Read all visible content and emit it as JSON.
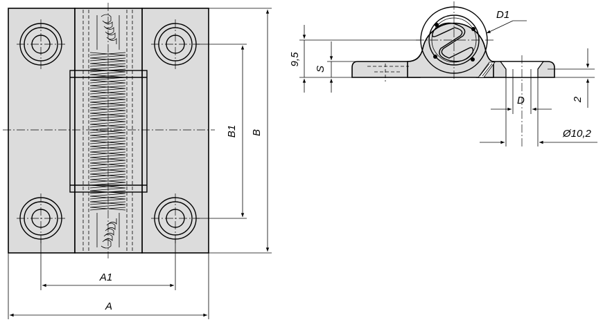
{
  "labels": {
    "A": "A",
    "A1": "A1",
    "B": "B",
    "B1": "B1",
    "D1": "D1",
    "D": "D",
    "S": "S",
    "height_9_5": "9,5",
    "thickness_2": "2",
    "diameter": "Ø10,2"
  }
}
